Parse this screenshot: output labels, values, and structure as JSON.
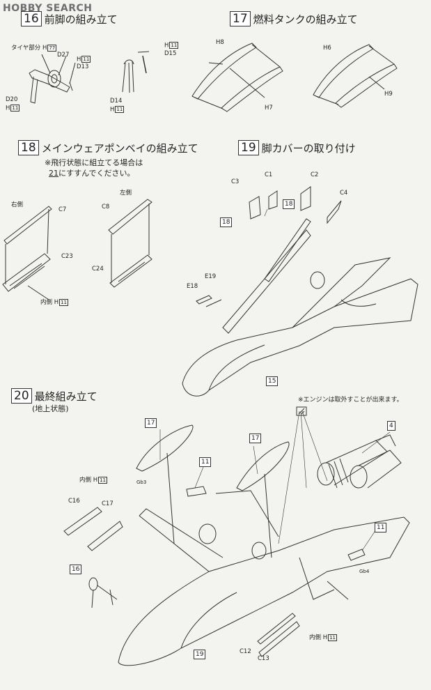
{
  "watermark": "HOBBY SEARCH",
  "steps": {
    "s16": {
      "num": "16",
      "title": "前脚の組み立て"
    },
    "s17": {
      "num": "17",
      "title": "燃料タンクの組み立て"
    },
    "s18": {
      "num": "18",
      "title": "メインウェアポンベイの組み立て",
      "note1": "※飛行状態に組立てる場合は",
      "note2_ref": "21",
      "note2_text": "にすすんでください。"
    },
    "s19": {
      "num": "19",
      "title": "脚カバーの取り付け"
    },
    "s20": {
      "num": "20",
      "title": "最終組み立て",
      "subtitle": "(地上状態)"
    }
  },
  "engine_note": "※エンジンは取外すことが出来ます。",
  "labels": {
    "tire": "タイヤ部分 H",
    "tire_ref": "77",
    "d27": "D27",
    "h11a": "H",
    "d13": "D13",
    "d20": "D20",
    "h11b": "H",
    "h11c": "H",
    "d15": "D15",
    "d14": "D14",
    "h11d": "H",
    "h8": "H8",
    "h7": "H7",
    "h6": "H6",
    "h9": "H9",
    "right": "右側",
    "left": "左側",
    "c7": "C7",
    "c8": "C8",
    "c23": "C23",
    "c24": "C24",
    "inner_h11": "内側 H",
    "c3": "C3",
    "c1": "C1",
    "c2": "C2",
    "c4": "C4",
    "e19": "E19",
    "e18": "E18",
    "box18a": "18",
    "box18b": "18",
    "box15": "15",
    "box17a": "17",
    "box17b": "17",
    "box11a": "11",
    "box11b": "11",
    "box4": "4",
    "box16": "16",
    "box19": "19",
    "inner_h11b": "内側 H",
    "gb3": "Gb3",
    "c16": "C16",
    "c17": "C17",
    "gb4": "Gb4",
    "c12": "C12",
    "c13": "C13",
    "inner_h11c": "内側 H",
    "ref11": "11"
  }
}
